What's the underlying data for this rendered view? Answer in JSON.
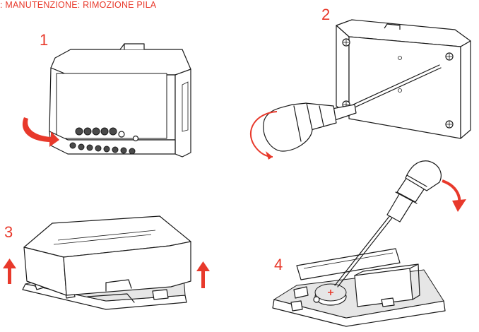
{
  "header": {
    "title": ": MANUTENZIONE: RIMOZIONE PILA"
  },
  "steps": [
    {
      "label": "1"
    },
    {
      "label": "2"
    },
    {
      "label": "3"
    },
    {
      "label": "4"
    }
  ],
  "colors": {
    "accent": "#e8392b",
    "line": "#1a1a1a",
    "background": "#ffffff"
  }
}
